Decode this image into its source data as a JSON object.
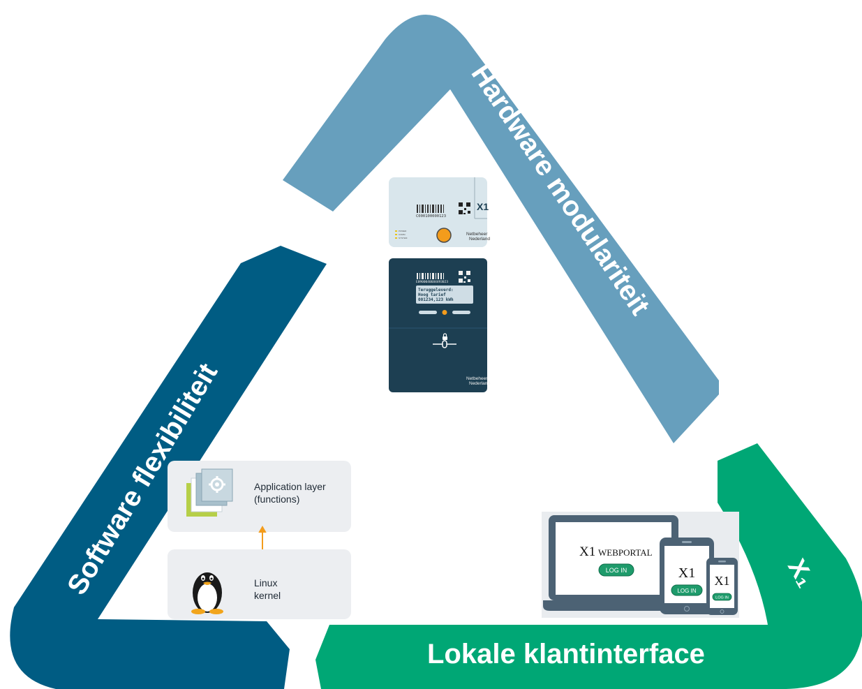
{
  "colors": {
    "hardware_arm": "#679fbd",
    "software_arm": "#005c83",
    "interface_arm": "#00a775",
    "meter_light": "#d9e6ec",
    "meter_dark": "#1d3f52",
    "accent_orange": "#f39c1c",
    "panel_bg": "#eceef1",
    "portal_green": "#1e9b6b"
  },
  "arms": {
    "hardware": "Hardware modulariteit",
    "software": "Software flexibiliteit",
    "interface": "Lokale klantinterface",
    "x1_mark": "X₁"
  },
  "meter_top": {
    "brand": "X1",
    "barcode_number": "C000100000123",
    "leds": [
      "POWER",
      "COMM",
      "SYSTEM"
    ],
    "logo_line1": "Netbeheer",
    "logo_line2": "Nederland"
  },
  "meter_bottom": {
    "barcode_number": "E0900040684493023",
    "display_line1": "Teruggeleverd:",
    "display_line2": "Hoog tarief",
    "display_line3": "001234,123 kWh",
    "logo_line1": "Netbeheer",
    "logo_line2": "Nederland"
  },
  "software_stack": {
    "app_layer_line1": "Application layer",
    "app_layer_line2": "(functions)",
    "kernel_line1": "Linux",
    "kernel_line2": "kernel",
    "icons": [
      "gear-icon",
      "tux-penguin-icon",
      "double-arrow-icon"
    ]
  },
  "webportal": {
    "laptop_title_x1": "X1",
    "laptop_title_rest": "WEBPORTAL",
    "laptop_login": "LOG IN",
    "tablet_title": "X1",
    "tablet_login": "LOG IN",
    "phone_title": "X1",
    "phone_login": "LOG IN"
  }
}
